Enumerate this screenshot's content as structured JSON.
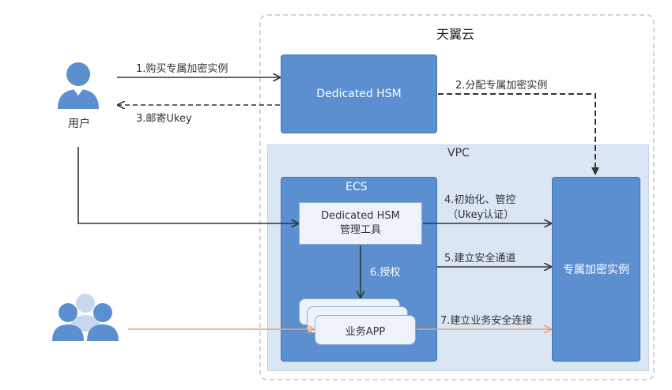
{
  "cloud": {
    "title": "天翼云"
  },
  "vpc": {
    "label": "VPC"
  },
  "user": {
    "label": "用户"
  },
  "hsm": {
    "label": "Dedicated HSM"
  },
  "ecs": {
    "label": "ECS"
  },
  "tool": {
    "line1": "Dedicated HSM",
    "line2": "管理工具"
  },
  "app": {
    "label": "业务APP"
  },
  "instance": {
    "label": "专属加密实例"
  },
  "steps": {
    "s1": "1.购买专属加密实例",
    "s2": "2.分配专属加密实例",
    "s3": "3.邮寄Ukey",
    "s4a": "4.初始化、管控",
    "s4b": "（Ukey认证）",
    "s5": "5.建立安全通道",
    "s6": "6.授权",
    "s7": "7.建立业务安全连接"
  },
  "colors": {
    "box": "#5b8fd0",
    "inner_box": "#eef3fb",
    "vpc_bg": "#dbe6f5",
    "arrow": "#333333",
    "business_arrow": "#f0a070"
  },
  "icons": {
    "user": "person-icon",
    "users": "user-group-icon"
  }
}
